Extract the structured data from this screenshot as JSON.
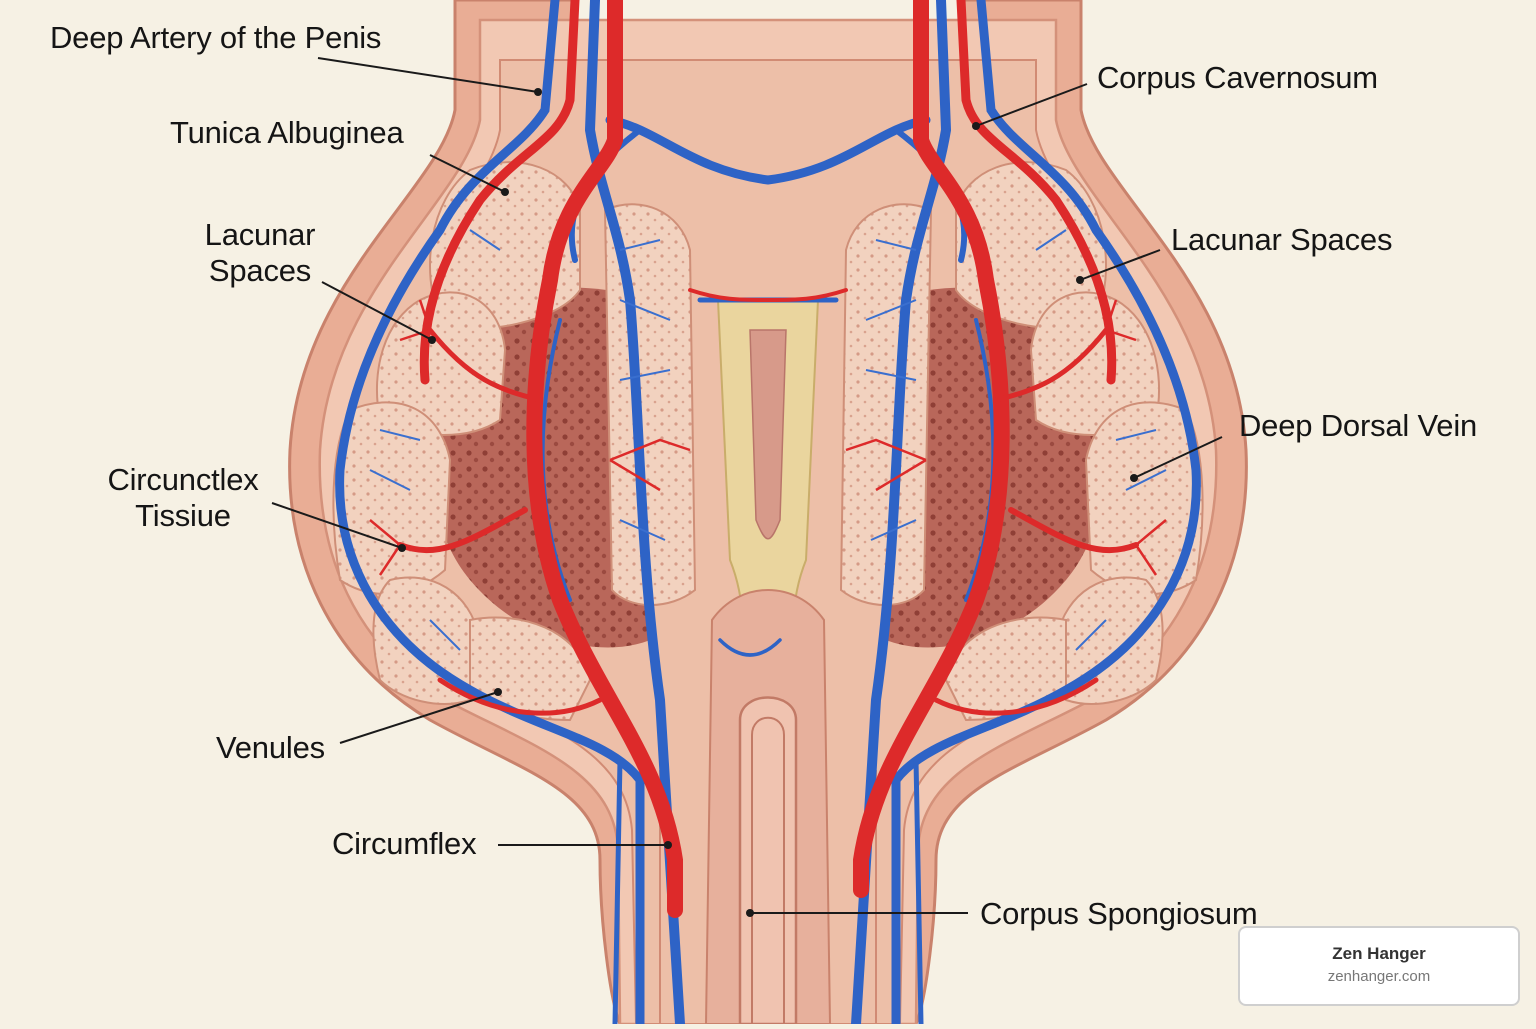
{
  "labels": {
    "deep_artery": "Deep Artery of the Penis",
    "tunica_albuginea": "Tunica Albuginea",
    "lacunar_left_line1": "Lacunar",
    "lacunar_left_line2": "Spaces",
    "circunctlex_line1": "Circunctlex",
    "circunctlex_line2": "Tissiue",
    "venules": "Venules",
    "circumflex": "Circumflex",
    "corpus_cavernosum": "Corpus Cavernosum",
    "lacunar_right": "Lacunar Spaces",
    "deep_dorsal_vein": "Deep Dorsal Vein",
    "corpus_spongiosum": "Corpus Spongiosum"
  },
  "watermark": {
    "title": "Zen Hanger",
    "url": "zenhanger.com"
  },
  "colors": {
    "artery": "#dd2a2a",
    "vein": "#2e63c6",
    "tissue": "#f0c9b6",
    "skin": "#e9ad95",
    "background": "#f6f1e4"
  }
}
